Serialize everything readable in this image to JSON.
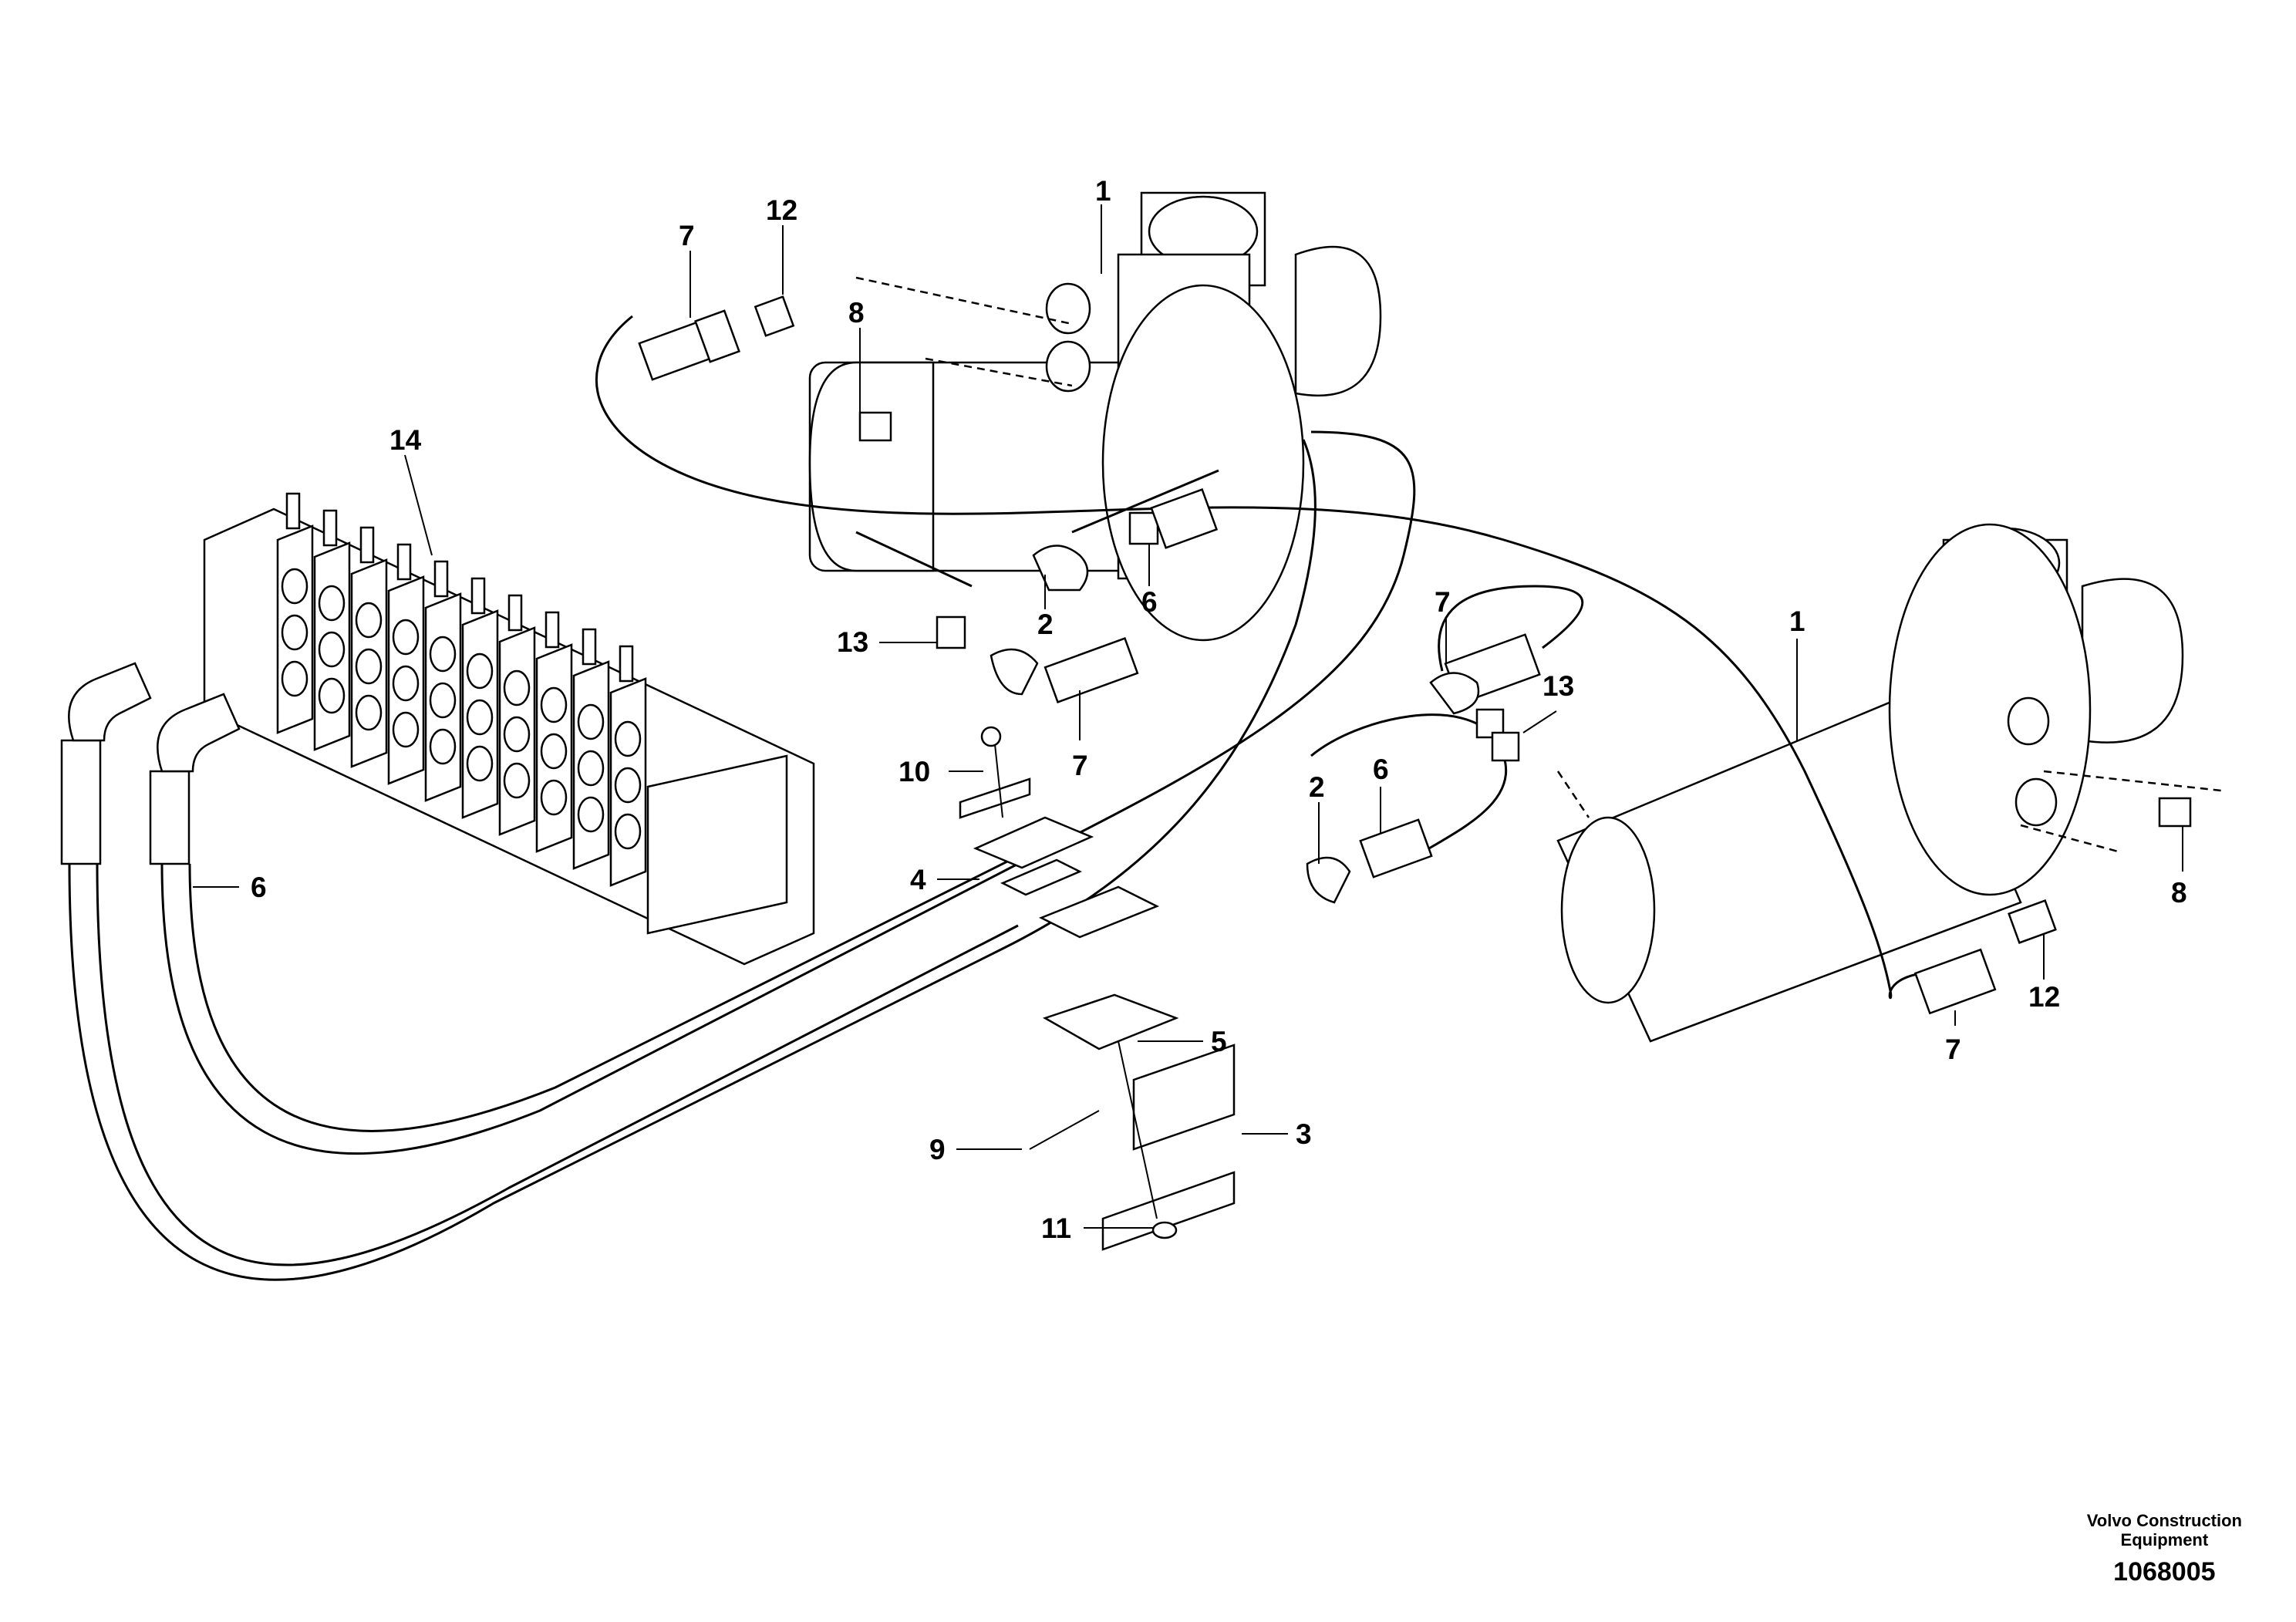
{
  "callouts": {
    "c1_top": "1",
    "c1_right": "1",
    "c2_left": "2",
    "c2_right": "2",
    "c3": "3",
    "c4": "4",
    "c5": "5",
    "c6_left": "6",
    "c6_mid": "6",
    "c6_right": "6",
    "c7_topleft": "7",
    "c7_mid": "7",
    "c7_upperright": "7",
    "c7_lowerright": "7",
    "c8_left": "8",
    "c8_right": "8",
    "c9": "9",
    "c10": "10",
    "c11": "11",
    "c12_left": "12",
    "c12_right": "12",
    "c13_left": "13",
    "c13_right": "13",
    "c14": "14"
  },
  "footer": {
    "brand_line1": "Volvo Construction",
    "brand_line2": "Equipment",
    "drawing_number": "1068005"
  }
}
